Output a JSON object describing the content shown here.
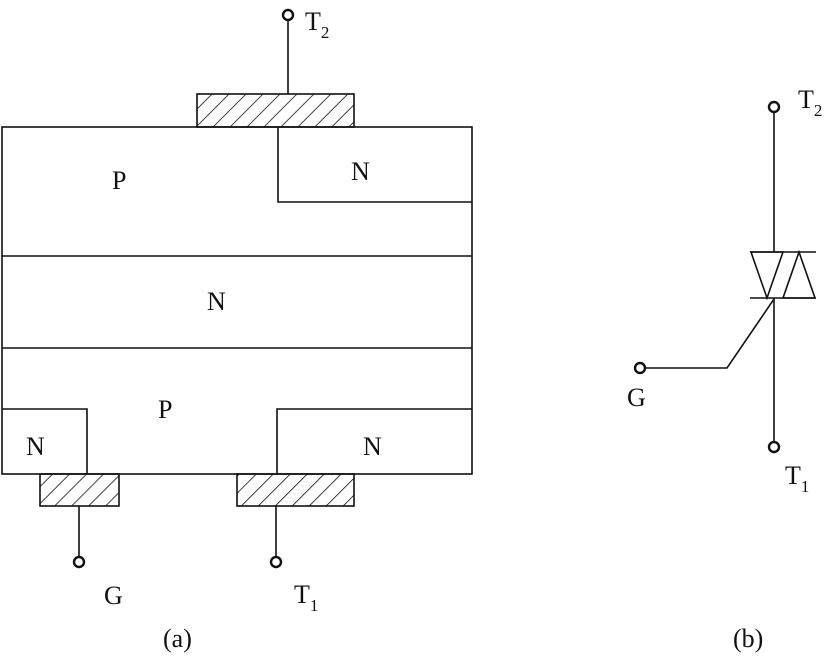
{
  "figure_a": {
    "regions": {
      "top_p": "P",
      "top_n": "N",
      "middle_n": "N",
      "bottom_p": "P",
      "bottom_left_n": "N",
      "bottom_right_n": "N"
    },
    "terminals": {
      "top": {
        "base": "T",
        "sub": "2"
      },
      "gate": {
        "base": "G"
      },
      "bottom": {
        "base": "T",
        "sub": "1"
      }
    },
    "caption": "(a)"
  },
  "figure_b": {
    "terminals": {
      "top": {
        "base": "T",
        "sub": "2"
      },
      "gate": {
        "base": "G"
      },
      "bottom": {
        "base": "T",
        "sub": "1"
      }
    },
    "caption": "(b)"
  }
}
